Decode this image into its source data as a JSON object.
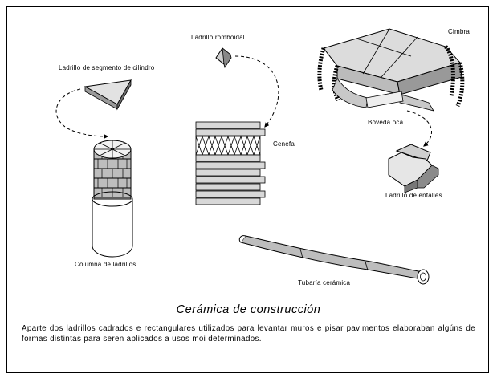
{
  "labels": {
    "ladrillo_romboidal": "Ladrillo romboidal",
    "cimbra": "Cimbra",
    "ladrillo_segmento": "Ladrillo de segmento de cilindro",
    "boveda_oca": "Bóveda oca",
    "cenefa": "Cenefa",
    "ladrillo_entalles": "Ladrillo de entalles",
    "columna": "Columna de ladrillos",
    "tubaria": "Tubaría cerámica"
  },
  "caption": {
    "title": "Cerámica de construcción",
    "text": "Aparte dos ladrillos cadrados e rectangulares utilizados para levantar muros e pisar pavimentos elaboraban algúns de formas distintas para seren aplicados a usos moi determinados."
  }
}
